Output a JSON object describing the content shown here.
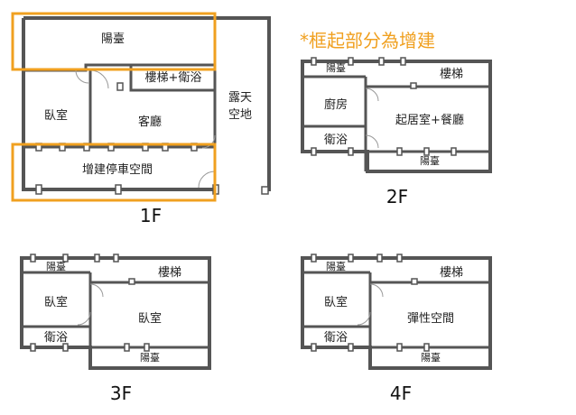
{
  "note": "*框起部分為增建",
  "colors": {
    "wall": "#555555",
    "highlight": "#f0a020",
    "note": "#f0a020"
  },
  "floors": [
    {
      "label": "1F",
      "rooms": {
        "balcony": "陽臺",
        "stairs_bath": "樓梯+衛浴",
        "bedroom": "臥室",
        "living": "客廳",
        "parking": "增建停車空間",
        "open_space_1": "露天",
        "open_space_2": "空地"
      }
    },
    {
      "label": "2F",
      "rooms": {
        "balcony_top": "陽臺",
        "stairs": "樓梯",
        "kitchen": "廚房",
        "living_dining": "起居室+餐廳",
        "bath": "衛浴",
        "balcony_bottom": "陽臺"
      }
    },
    {
      "label": "3F",
      "rooms": {
        "balcony_top": "陽臺",
        "stairs": "樓梯",
        "bedroom_small": "臥室",
        "bedroom_large": "臥室",
        "bath": "衛浴",
        "balcony_bottom": "陽臺"
      }
    },
    {
      "label": "4F",
      "rooms": {
        "balcony_top": "陽臺",
        "stairs": "樓梯",
        "bedroom": "臥室",
        "flex": "彈性空間",
        "bath": "衛浴",
        "balcony_bottom": "陽臺"
      }
    }
  ]
}
